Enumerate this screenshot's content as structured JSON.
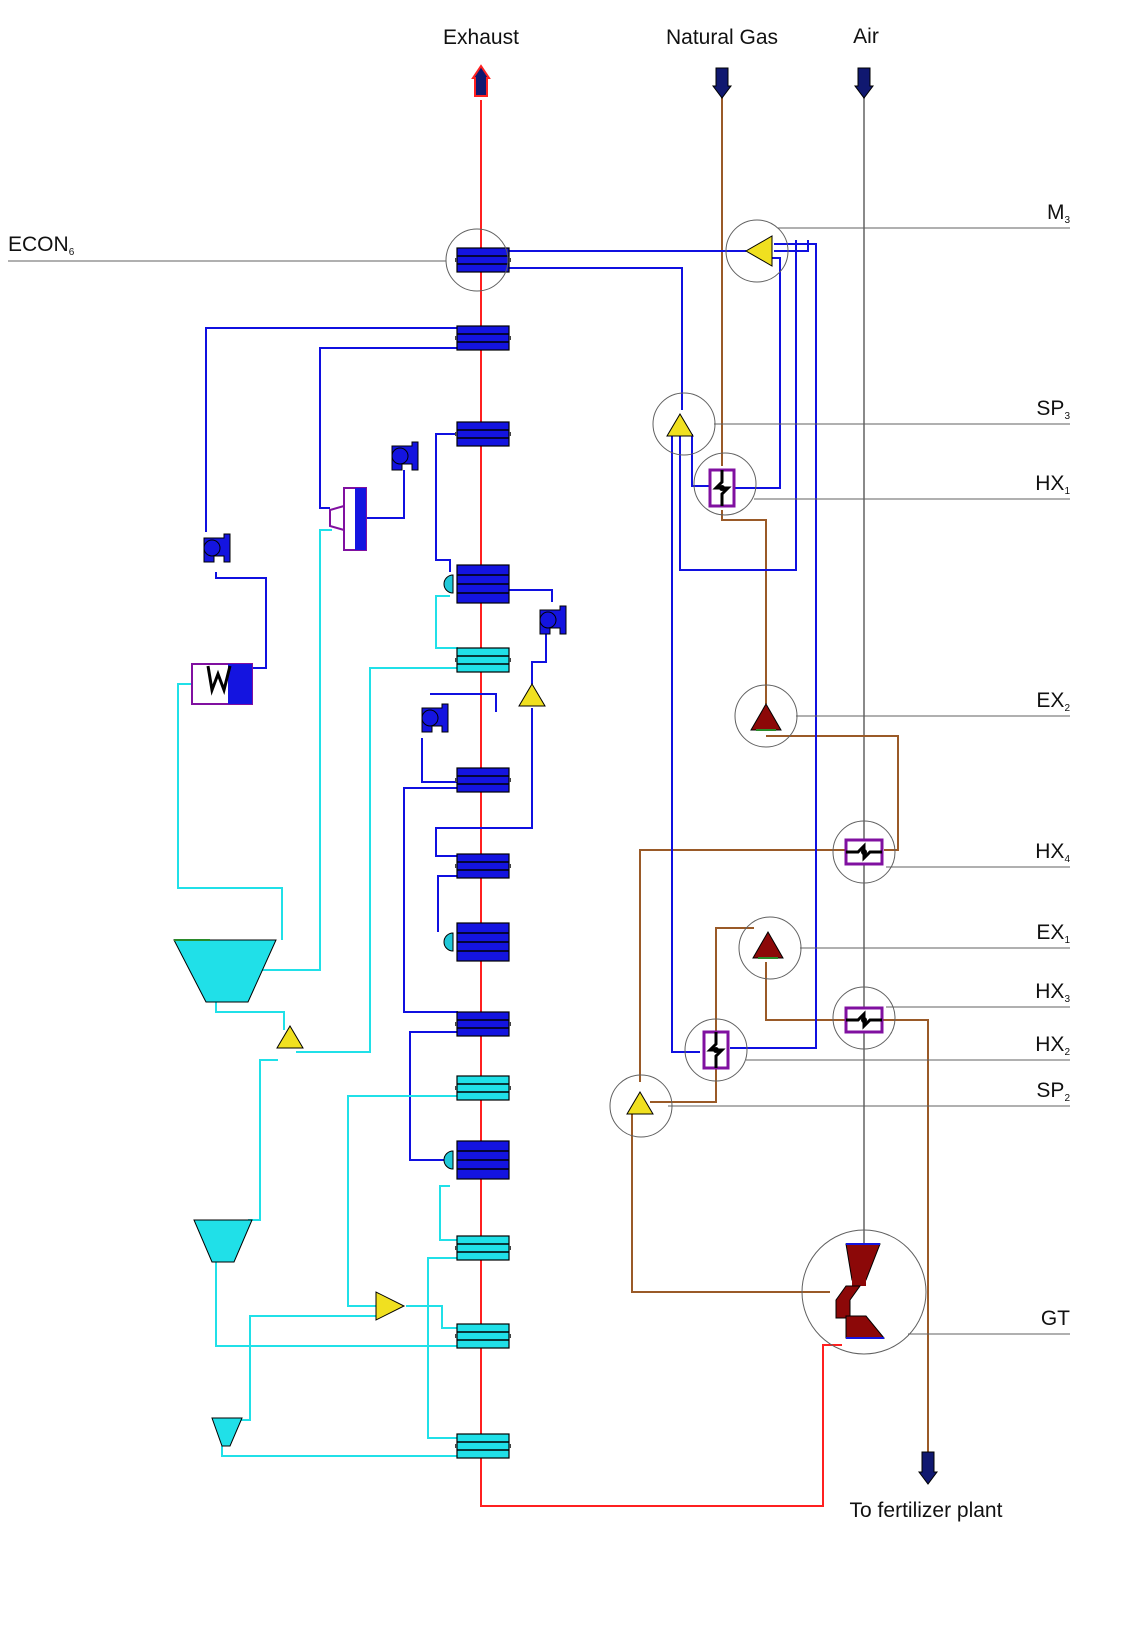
{
  "streams": {
    "exhaust": "Exhaust",
    "natural_gas": "Natural Gas",
    "air": "Air",
    "fertilizer": "To fertilizer plant"
  },
  "callouts": {
    "econ6": {
      "base": "ECON",
      "sub": "6"
    },
    "m3": {
      "base": "M",
      "sub": "3"
    },
    "sp3": {
      "base": "SP",
      "sub": "3"
    },
    "hx1": {
      "base": "HX",
      "sub": "1"
    },
    "ex2": {
      "base": "EX",
      "sub": "2"
    },
    "hx4": {
      "base": "HX",
      "sub": "4"
    },
    "ex1": {
      "base": "EX",
      "sub": "1"
    },
    "hx3": {
      "base": "HX",
      "sub": "3"
    },
    "hx2": {
      "base": "HX",
      "sub": "2"
    },
    "sp2": {
      "base": "SP",
      "sub": "2"
    },
    "gt": {
      "base": "GT",
      "sub": ""
    }
  },
  "colors": {
    "exhaust": "#ff2020",
    "water_blue": "#1010e0",
    "water_cyan": "#20e0e8",
    "gas_brown": "#9a5a28",
    "air_grey": "#8a8a8a",
    "callout": "#606060",
    "yellow": "#f0e020",
    "darkred": "#8c0808",
    "purple": "#8010a0",
    "navy": "#101870"
  }
}
